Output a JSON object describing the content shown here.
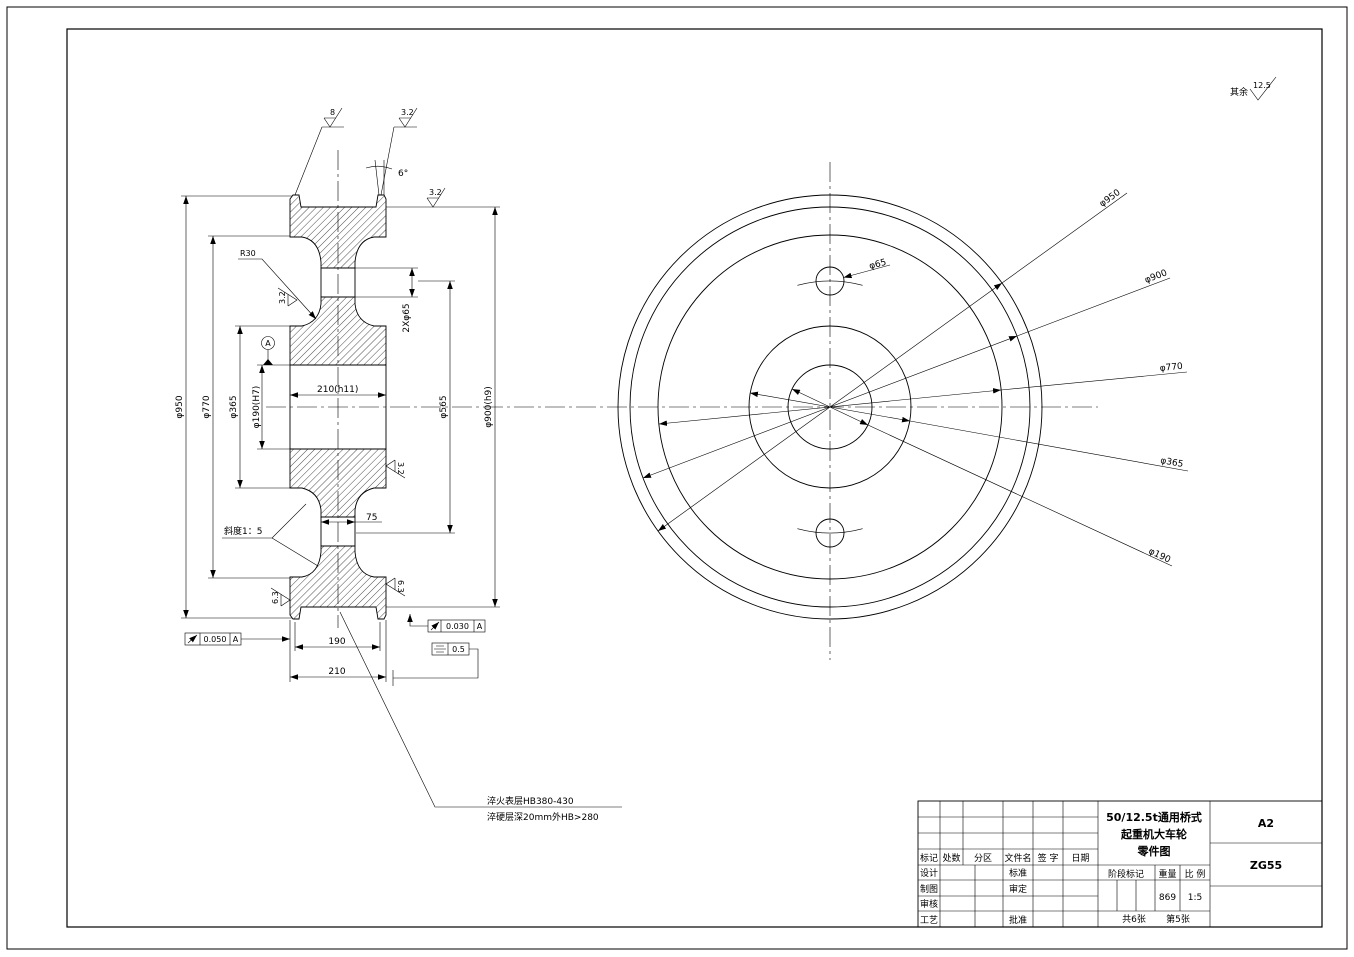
{
  "general_roughness": {
    "label": "其余",
    "value": "12.5"
  },
  "section_view": {
    "dimensions": {
      "dia_950": "φ950",
      "dia_770": "φ770",
      "dia_365": "φ365",
      "dia_190_h7": "φ190(H7)",
      "width_210_h11": "210(h11)",
      "dia_565": "φ565",
      "dia_900_h9": "φ900(h9)",
      "holes_65": "2Xφ65",
      "radius_30": "R30",
      "flange_angle": "6°",
      "taper": "斜度1：5",
      "len_75": "75",
      "width_190": "190",
      "width_210": "210"
    },
    "roughness": {
      "flange_left": "8",
      "flange_right": "3.2",
      "tread": "3.2",
      "web_left": "3.2",
      "hub_right": "3.2",
      "rim_right": "6.3",
      "rim_left": "6.3"
    },
    "datum": "A",
    "runout_left": {
      "tolerance": "0.050",
      "datum": "A"
    },
    "runout_right": {
      "tolerance": "0.030",
      "datum": "A"
    },
    "symmetry": {
      "tolerance": "0.5"
    },
    "heat_treatment": [
      "淬火表层HB380-430",
      "淬硬层深20mm外HB>280"
    ]
  },
  "end_view": {
    "dia_950": "φ950",
    "dia_900": "φ900",
    "dia_770": "φ770",
    "dia_365": "φ365",
    "dia_190": "φ190",
    "hole_65": "φ65"
  },
  "title_block": {
    "title_lines": [
      "50/12.5t通用桥式",
      "起重机大车轮",
      "零件图"
    ],
    "sheet_size": "A2",
    "material": "ZG55",
    "headers": {
      "mark": "标记",
      "count": "处数",
      "zone": "分区",
      "file": "文件名",
      "sign": "签 字",
      "date": "日期"
    },
    "roles": {
      "design": "设计",
      "drawing": "制图",
      "review": "审核",
      "process": "工艺",
      "standard": "标准",
      "verify": "审定",
      "approve": "批准"
    },
    "stage_label": "阶段标记",
    "weight_label": "重量",
    "scale_label": "比 例",
    "weight": "869",
    "scale": "1:5",
    "sheets_total": "共6张",
    "sheet_no": "第5张"
  }
}
